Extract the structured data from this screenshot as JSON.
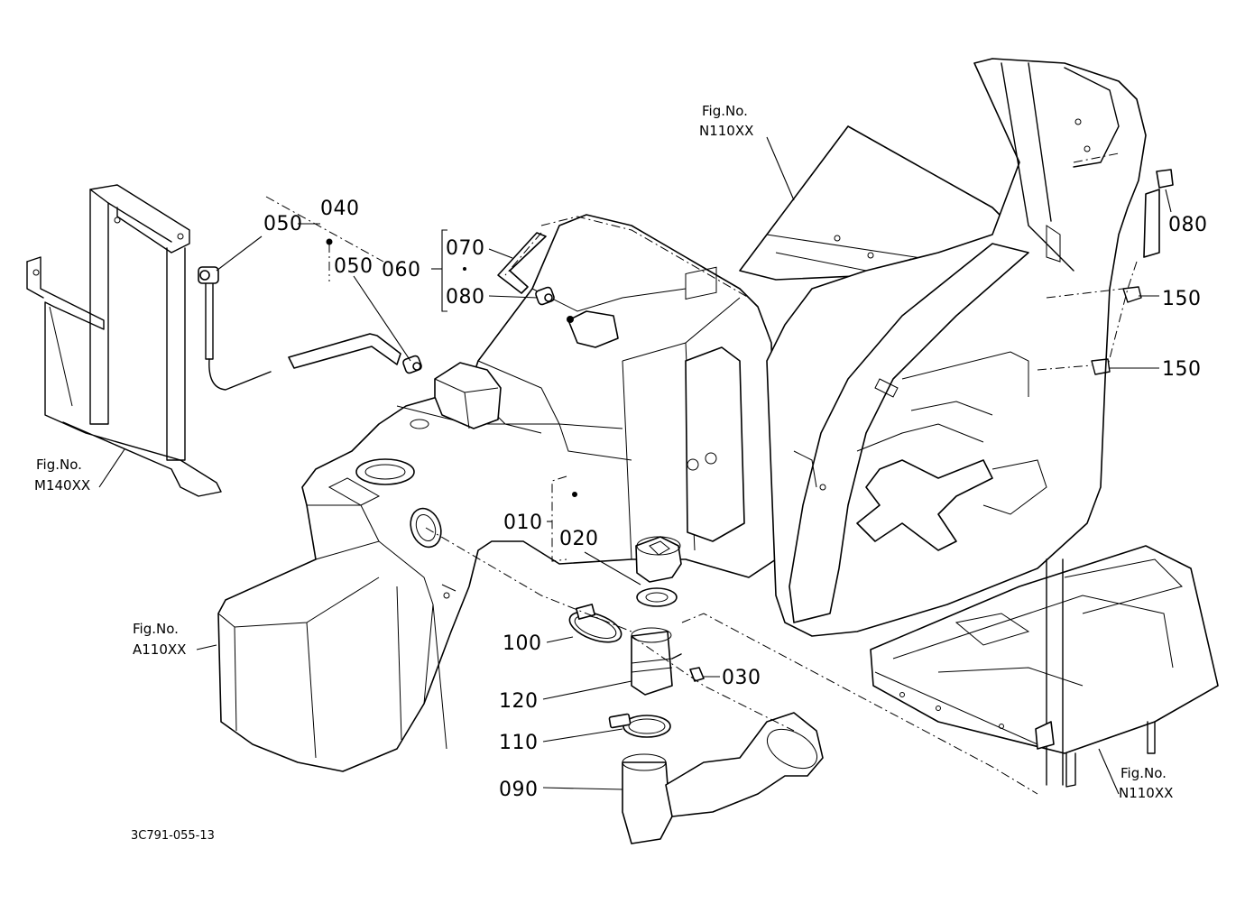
{
  "diagram_code": "3C791-055-13",
  "fig_refs": {
    "top_center": {
      "line1": "Fig.No.",
      "line2": "N110XX"
    },
    "left": {
      "line1": "Fig.No.",
      "line2": "M140XX"
    },
    "tank": {
      "line1": "Fig.No.",
      "line2": "A110XX"
    },
    "bottom_right": {
      "line1": "Fig.No.",
      "line2": "N110XX"
    }
  },
  "parts": {
    "p010": "010",
    "p020": "020",
    "p030": "030",
    "p040": "040",
    "p050_left": "050",
    "p050_right": "050",
    "p060": "060",
    "p070": "070",
    "p080_left": "080",
    "p080_right": "080",
    "p090": "090",
    "p100": "100",
    "p110": "110",
    "p120": "120",
    "p150_upper": "150",
    "p150_lower": "150"
  }
}
